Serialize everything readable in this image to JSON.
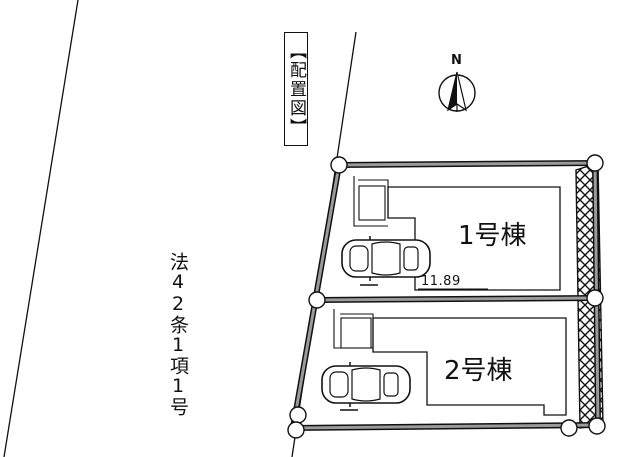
{
  "title": "【配置図】",
  "road_label": "法42条1項1号",
  "buildings": [
    {
      "label": "1号棟"
    },
    {
      "label": "2号棟"
    }
  ],
  "dimension_label": "11.89",
  "compass": {
    "north_label": "N",
    "icon": "north-arrow-icon"
  },
  "cars": [
    {
      "icon": "car-icon"
    },
    {
      "icon": "car-icon"
    }
  ]
}
